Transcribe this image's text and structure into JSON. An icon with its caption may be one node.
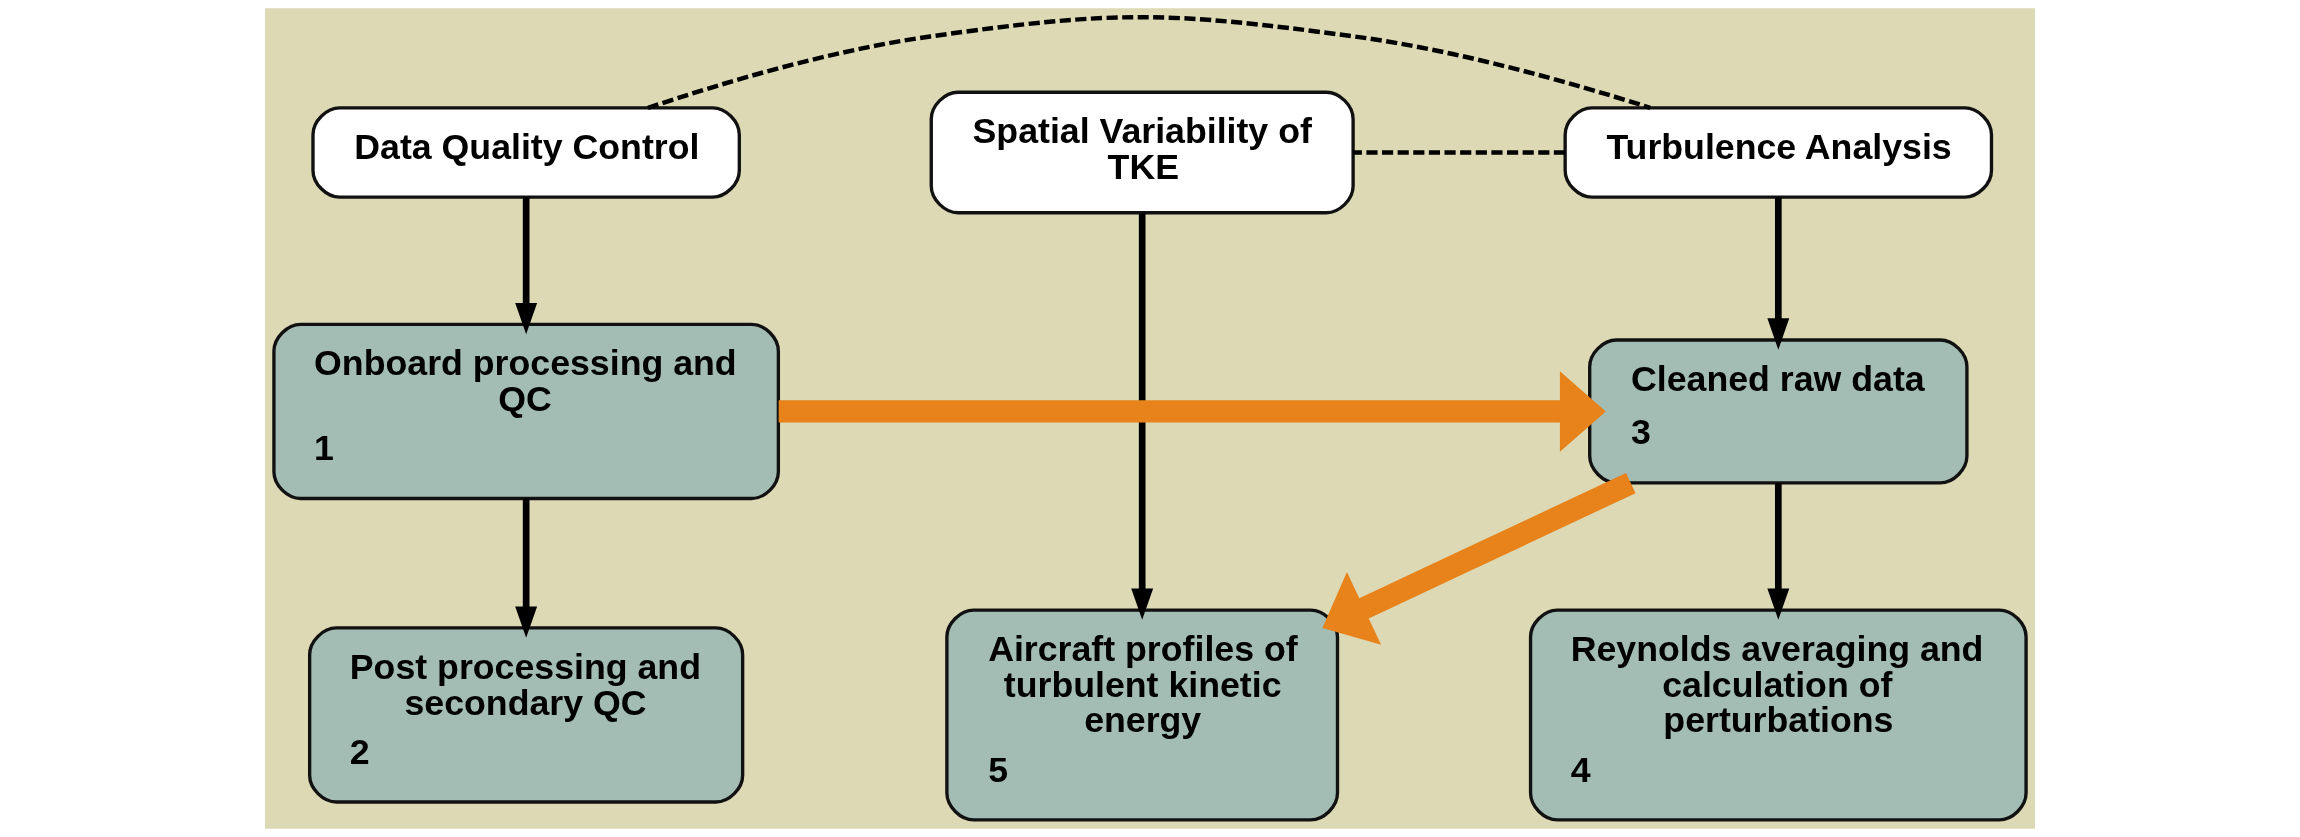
{
  "diagram": {
    "nodes": [
      {
        "text": [
          "Data Quality Control"
        ]
      },
      {
        "text": [
          "Turbulence Analysis"
        ]
      },
      {
        "text": [
          "Spatial Variability of TKE"
        ]
      },
      {
        "text": [
          "Onboard processing and QC",
          "1"
        ]
      },
      {
        "text": [
          "Post processing and secondary QC",
          "2"
        ]
      },
      {
        "text": [
          "Cleaned raw data",
          "3"
        ]
      },
      {
        "text": [
          "Reynolds averaging and calculation of perturbations",
          "4"
        ]
      },
      {
        "text": [
          "Aircraft profiles of turbulent kinetic energy",
          "5"
        ]
      }
    ],
    "edges": [
      {
        "from": 0,
        "to": 1,
        "arrow": "none",
        "style": "dashed"
      },
      {
        "from": 1,
        "to": 2,
        "arrow": "none",
        "style": "dashed"
      },
      {
        "from": 0,
        "to": 3,
        "arrow": "to"
      },
      {
        "from": 3,
        "to": 4,
        "arrow": "to"
      },
      {
        "from": 1,
        "to": 5,
        "arrow": "to"
      },
      {
        "from": 5,
        "to": 6,
        "arrow": "to"
      },
      {
        "from": 2,
        "to": 7,
        "arrow": "to"
      },
      {
        "from": 3,
        "to": 5,
        "arrow": "to",
        "style": "thick",
        "color": "#e8821a"
      },
      {
        "from": 5,
        "to": 7,
        "arrow": "to",
        "style": "thick",
        "color": "#e8821a"
      }
    ]
  }
}
